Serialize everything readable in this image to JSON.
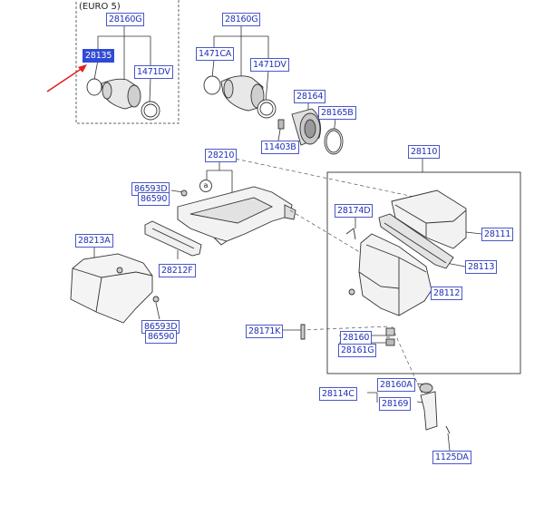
{
  "euro5_label": "(EURO 5)",
  "bubble": "a",
  "parts": {
    "p28160G_euro": "28160G",
    "p28135": "28135",
    "p1471DV_euro": "1471DV",
    "p28160G": "28160G",
    "p1471CA": "1471CA",
    "p1471DV": "1471DV",
    "p28164": "28164",
    "p28165B": "28165B",
    "p11403B": "11403B",
    "p28210": "28210",
    "p86593D_a": "86593D",
    "p86590_a": "86590",
    "p28110": "28110",
    "p28174D": "28174D",
    "p28111": "28111",
    "p28213A": "28213A",
    "p28212F": "28212F",
    "p28113": "28113",
    "p28112": "28112",
    "p86593D_b": "86593D",
    "p86590_b": "86590",
    "p28171K": "28171K",
    "p28160": "28160",
    "p28161G": "28161G",
    "p28160A": "28160A",
    "p28114C": "28114C",
    "p28169": "28169",
    "p1125DA": "1125DA"
  },
  "colors": {
    "label_text": "#1f2fb8",
    "label_border": "#4a58c8",
    "highlight": "#2f4bd6",
    "arrow": "#e02020",
    "line": "#333333"
  }
}
